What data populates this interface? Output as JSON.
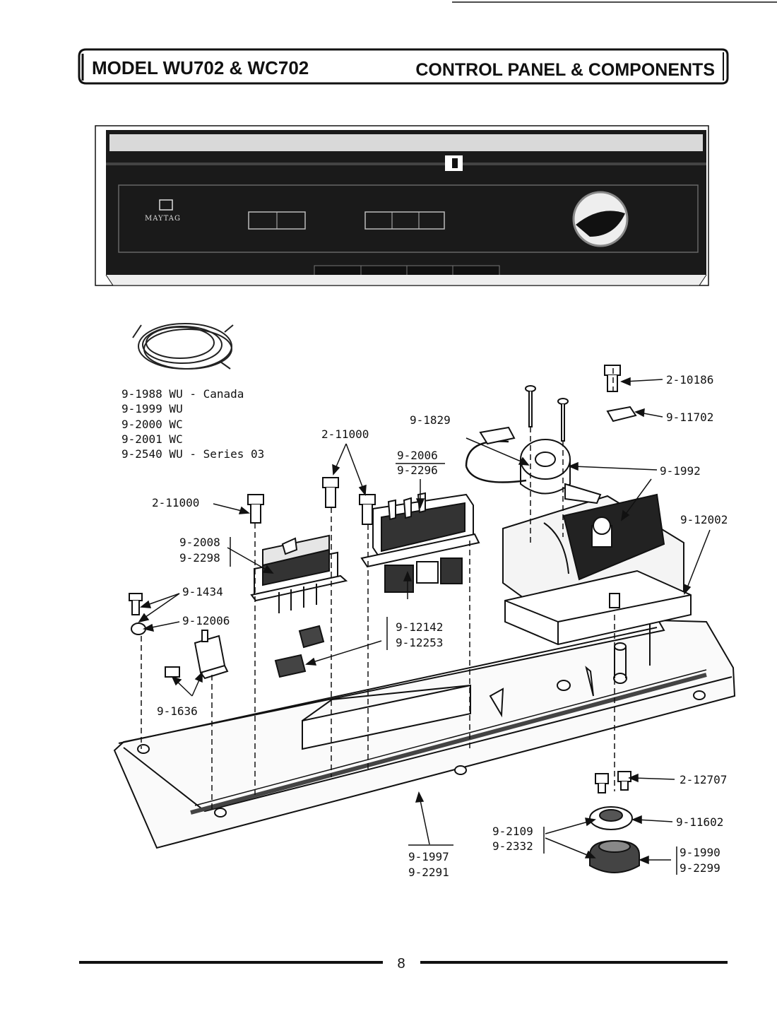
{
  "header": {
    "model": "MODEL WU702 & WC702",
    "section": "CONTROL PANEL & COMPONENTS"
  },
  "panel": {
    "brand": "MAYTAG"
  },
  "labels": {
    "harness": [
      "9-1988 WU - Canada",
      "9-1999 WU",
      "9-2000 WC",
      "9-2001 WC",
      "9-2540 WU - Series 03"
    ],
    "screw_10186": "2-10186",
    "clip_11702": "9-11702",
    "motor_1829": "9-1829",
    "timer_1992": "9-1992",
    "switch_group": [
      "9-2006",
      "9-2296"
    ],
    "screws_pair": "2-11000",
    "screw_single": "2-11000",
    "switch_left": [
      "9-2008",
      "9-2298"
    ],
    "screw_1434": "9-1434",
    "retainer_12006": "9-12006",
    "box_12002": "9-12002",
    "buttons": [
      "9-12142",
      "9-12253"
    ],
    "relay_1636": "9-1636",
    "screw_12707": "2-12707",
    "dial_11602": "9-11602",
    "knob_left": [
      "9-2109",
      "9-2332"
    ],
    "knob_right": [
      "9-1990",
      "9-2299"
    ],
    "console": [
      "9-1997",
      "9-2291"
    ]
  },
  "footer": {
    "page_number": "8"
  }
}
